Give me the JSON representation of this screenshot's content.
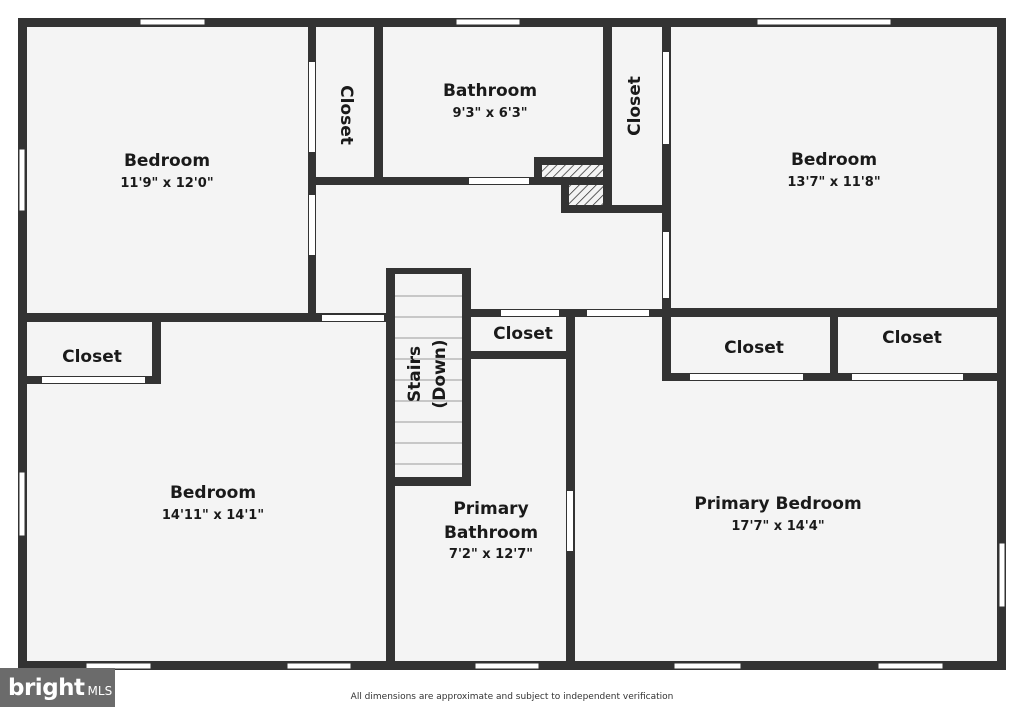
{
  "colors": {
    "wall": "#333333",
    "floor": "#f4f4f4",
    "window": "#ffffff",
    "logo_bg": "#6b6b6b"
  },
  "rooms": {
    "bedroom_nw": {
      "name": "Bedroom",
      "dims": "11'9\" x 12'0\""
    },
    "closet_n1": {
      "name": "Closet"
    },
    "bathroom": {
      "name": "Bathroom",
      "dims": "9'3\" x 6'3\""
    },
    "closet_n2": {
      "name": "Closet"
    },
    "bedroom_ne": {
      "name": "Bedroom",
      "dims": "13'7\" x 11'8\""
    },
    "closet_w": {
      "name": "Closet"
    },
    "stairs": {
      "name_line1": "Stairs",
      "name_line2": "(Down)"
    },
    "closet_center": {
      "name": "Closet"
    },
    "closet_e1": {
      "name": "Closet"
    },
    "closet_e2": {
      "name": "Closet"
    },
    "bedroom_sw": {
      "name": "Bedroom",
      "dims": "14'11\" x 14'1\""
    },
    "primary_bathroom": {
      "name_line1": "Primary",
      "name_line2": "Bathroom",
      "dims": "7'2\" x 12'7\""
    },
    "primary_bedroom": {
      "name": "Primary Bedroom",
      "dims": "17'7\" x 14'4\""
    }
  },
  "logo": {
    "word": "bright",
    "suffix": "MLS"
  },
  "footer": {
    "disclaimer": "All dimensions are approximate and subject to independent verification"
  }
}
